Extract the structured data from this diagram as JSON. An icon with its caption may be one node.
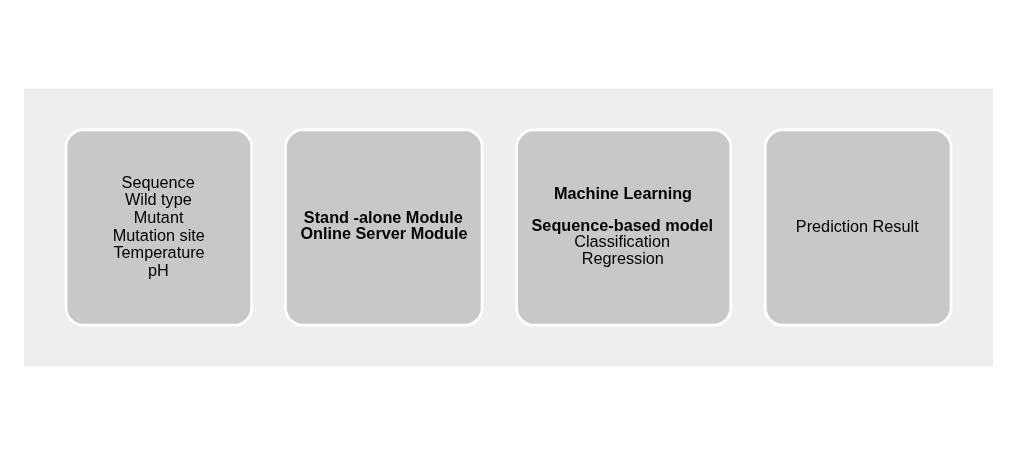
{
  "diagram": {
    "nodes": [
      {
        "text": [],
        "shape": "arrow"
      },
      {
        "text": [
          "Sequence",
          "Wild type",
          "Mutant",
          "Mutation site",
          "Temperature",
          "pH"
        ],
        "in": 0
      },
      {
        "text": [
          "Stand -alone Module",
          "Online Server Module"
        ],
        "in": 0
      },
      {
        "text": [
          "Machine Learning",
          "Sequence-based model",
          "Classification",
          "Regression"
        ],
        "in": 0
      },
      {
        "text": [
          "Prediction Result"
        ],
        "in": 0
      }
    ]
  }
}
